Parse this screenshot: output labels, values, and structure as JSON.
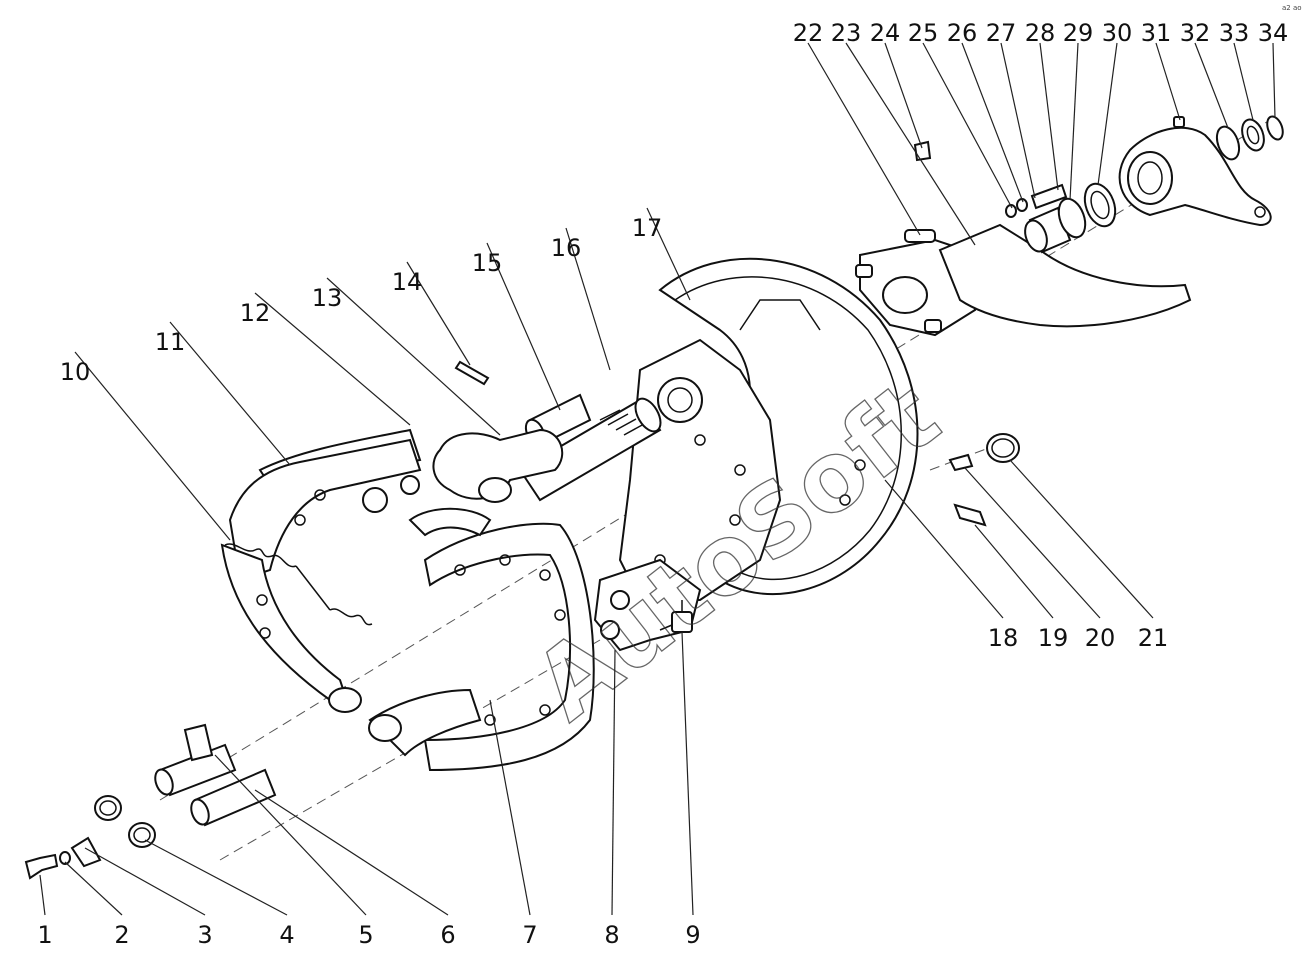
{
  "diagram": {
    "watermark": "AutoSoft",
    "corner_mark": "a2 ao",
    "callouts": [
      {
        "number": "1"
      },
      {
        "number": "2"
      },
      {
        "number": "3"
      },
      {
        "number": "4"
      },
      {
        "number": "5"
      },
      {
        "number": "6"
      },
      {
        "number": "7"
      },
      {
        "number": "8"
      },
      {
        "number": "9"
      },
      {
        "number": "10"
      },
      {
        "number": "11"
      },
      {
        "number": "12"
      },
      {
        "number": "13"
      },
      {
        "number": "14"
      },
      {
        "number": "15"
      },
      {
        "number": "16"
      },
      {
        "number": "17"
      },
      {
        "number": "18"
      },
      {
        "number": "19"
      },
      {
        "number": "20"
      },
      {
        "number": "21"
      },
      {
        "number": "22"
      },
      {
        "number": "23"
      },
      {
        "number": "24"
      },
      {
        "number": "25"
      },
      {
        "number": "26"
      },
      {
        "number": "27"
      },
      {
        "number": "28"
      },
      {
        "number": "29"
      },
      {
        "number": "30"
      },
      {
        "number": "31"
      },
      {
        "number": "32"
      },
      {
        "number": "33"
      },
      {
        "number": "34"
      }
    ]
  }
}
